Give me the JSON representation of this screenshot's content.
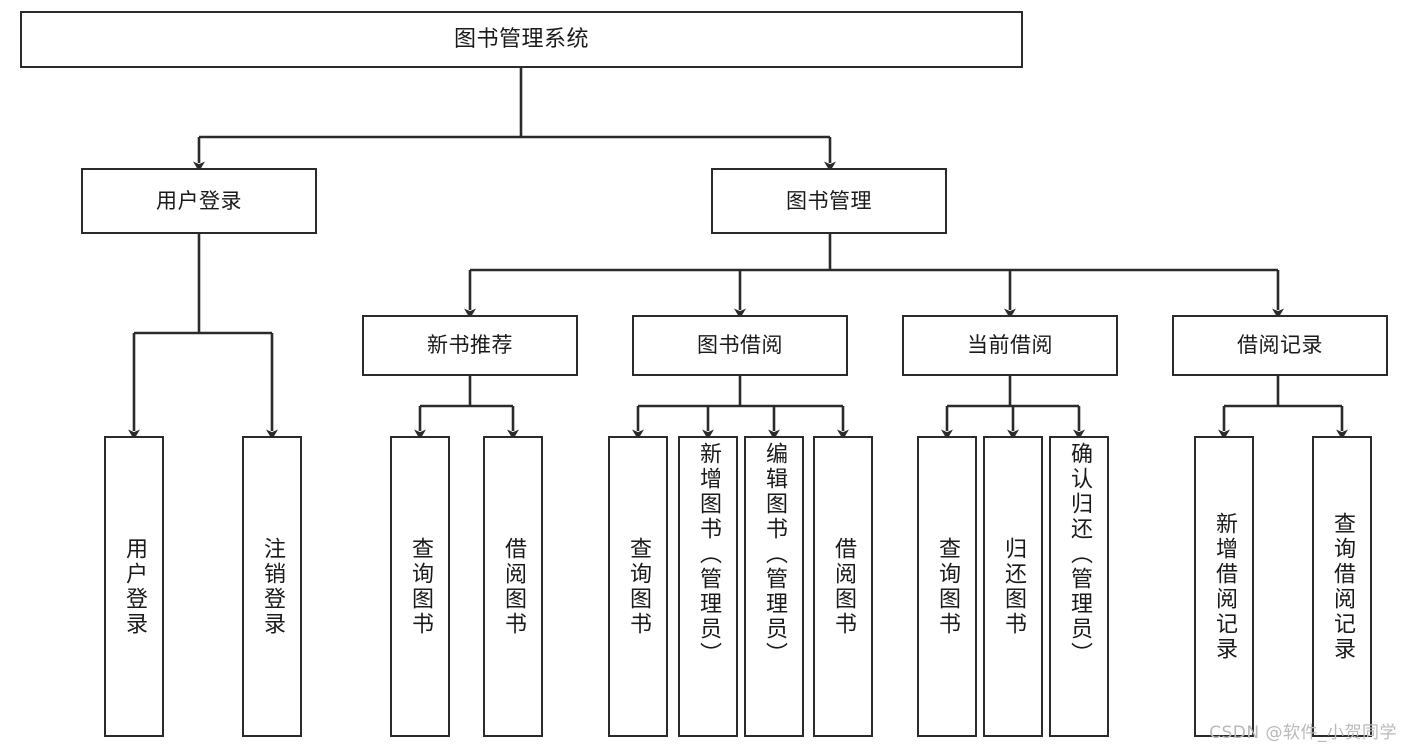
{
  "diagram": {
    "title": "图书管理系统",
    "type": "tree",
    "colors": {
      "box_border": "#2b2b2b",
      "box_fill": "#ffffff",
      "text": "#1a1a1a",
      "line": "#3a3a3a",
      "watermark": "#b9b9b9",
      "background": "#ffffff"
    },
    "watermark": "CSDN @软件_小贺同学",
    "nodes": {
      "root": {
        "label": "图书管理系统"
      },
      "level2": [
        {
          "id": "user-login",
          "label": "用户登录"
        },
        {
          "id": "book-manage",
          "label": "图书管理"
        }
      ],
      "level3": [
        {
          "id": "new-book-recommend",
          "label": "新书推荐"
        },
        {
          "id": "book-borrow",
          "label": "图书借阅"
        },
        {
          "id": "current-borrow",
          "label": "当前借阅"
        },
        {
          "id": "borrow-record",
          "label": "借阅记录"
        }
      ],
      "leaves": {
        "user-login": [
          {
            "id": "leaf-user-login",
            "label": "用户登录"
          },
          {
            "id": "leaf-logout",
            "label": "注销登录"
          }
        ],
        "new-book-recommend": [
          {
            "id": "leaf-query-book-1",
            "label": "查询图书"
          },
          {
            "id": "leaf-borrow-book-1",
            "label": "借阅图书"
          }
        ],
        "book-borrow": [
          {
            "id": "leaf-query-book-2",
            "label": "查询图书"
          },
          {
            "id": "leaf-add-book",
            "label": "新增图书（管理员）"
          },
          {
            "id": "leaf-edit-book",
            "label": "编辑图书（管理员）"
          },
          {
            "id": "leaf-borrow-book-2",
            "label": "借阅图书"
          }
        ],
        "current-borrow": [
          {
            "id": "leaf-query-book-3",
            "label": "查询图书"
          },
          {
            "id": "leaf-return-book",
            "label": "归还图书"
          },
          {
            "id": "leaf-confirm-return",
            "label": "确认归还（管理员）"
          }
        ],
        "borrow-record": [
          {
            "id": "leaf-add-record",
            "label": "新增借阅记录"
          },
          {
            "id": "leaf-query-record",
            "label": "查询借阅记录"
          }
        ]
      }
    }
  }
}
